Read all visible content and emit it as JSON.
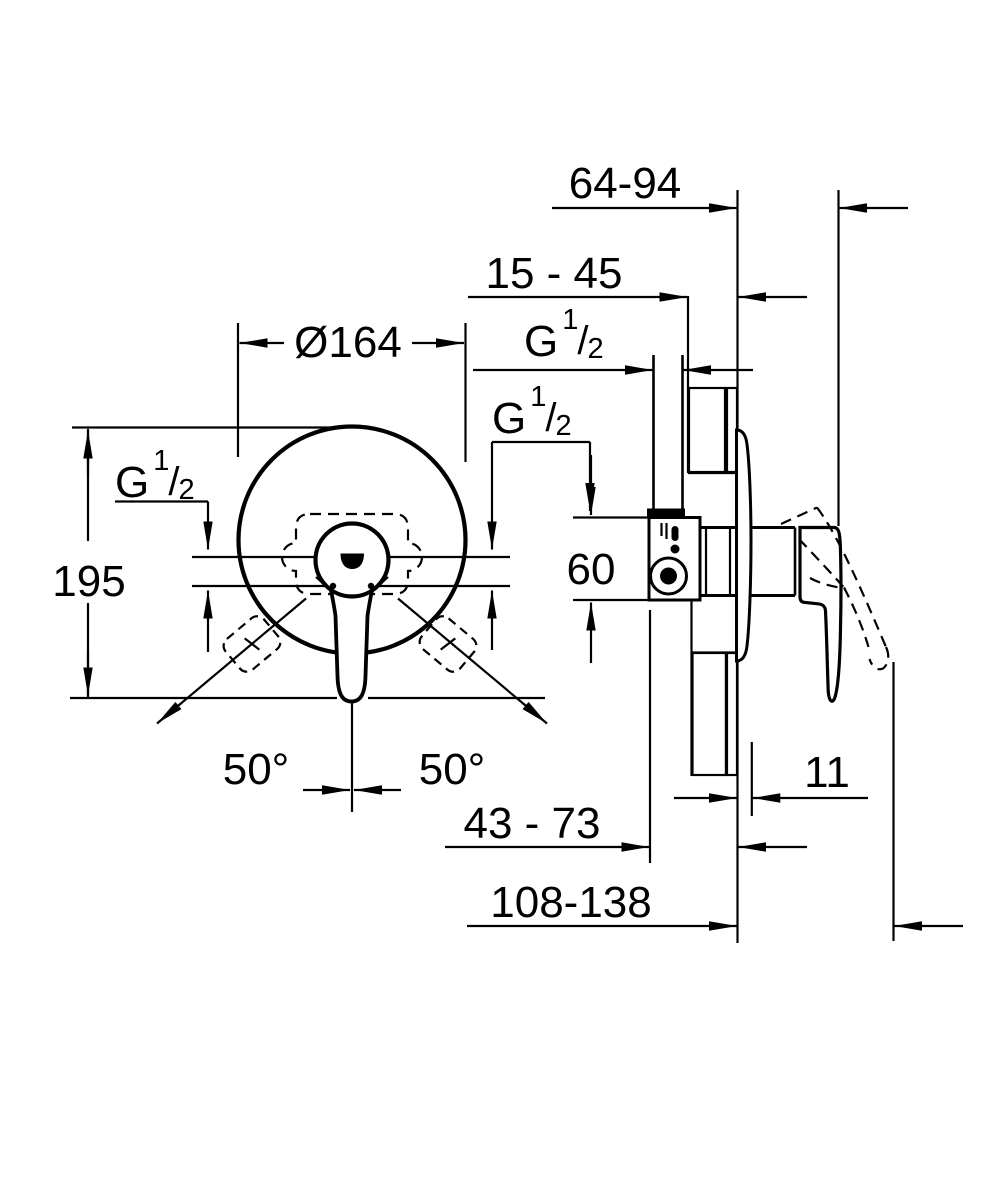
{
  "colors": {
    "background": "#ffffff",
    "ink": "#000000"
  },
  "front_view": {
    "diameter_label": "Ø164",
    "height_label": "195",
    "angle_left_label": "50°",
    "angle_right_label": "50°"
  },
  "side_view": {
    "wall_to_handle_label": "64-94",
    "rough_in_label": "15 - 45",
    "port_height_label": "60",
    "plate_offset_label": "11",
    "body_to_wall_label": "43 - 73",
    "overall_depth_label": "108-138"
  },
  "thread": {
    "prefix": "G",
    "numerator": "1",
    "slash": "/",
    "denominator": "2"
  }
}
